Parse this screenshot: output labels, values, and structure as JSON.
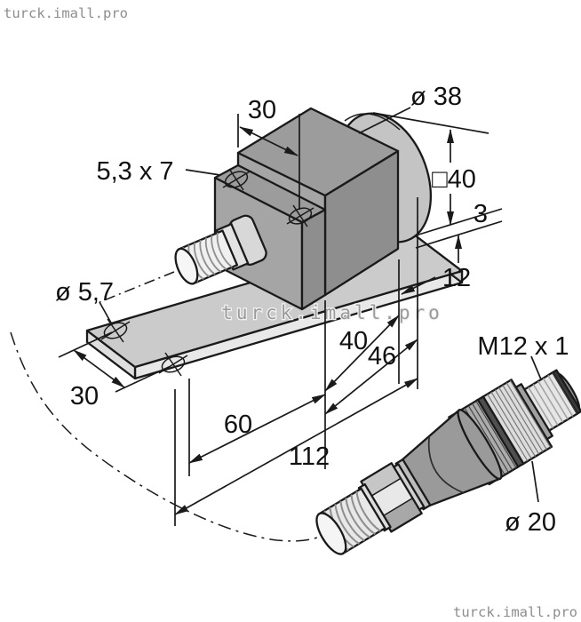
{
  "drawing": {
    "type": "technical-dimension-drawing",
    "subject": "inductive sensor block with mounting plate and M12 connector"
  },
  "watermarks": {
    "top_left": "turck.imall.pro",
    "center": "turck.imall.pro",
    "bottom_right": "turck.imall.pro"
  },
  "labels": {
    "slot_size": "5,3 x 7",
    "top_width": "30",
    "face_diameter": "ø 38",
    "square_symbol": "□",
    "square_size": "40",
    "plate_thickness": "3",
    "end_offset": "12",
    "hole_diameter": "ø 5,7",
    "hole_spacing": "30",
    "body_length": "40",
    "body_disc_length": "46",
    "hole_to_body": "60",
    "overall_length": "112",
    "connector_thread": "M12 x 1",
    "connector_diameter": "ø 20"
  },
  "colors": {
    "line": "#1a1a1a",
    "box_top": "#9c9c9c",
    "box_front": "#a5a5a5",
    "box_side": "#8e8e8e",
    "plate_top": "#cbcbcb",
    "plate_edge": "#e8e8e8",
    "disc": "#c4c4c4",
    "connector_body": "#9a9a9a",
    "watermark": "#8d8d8d"
  }
}
